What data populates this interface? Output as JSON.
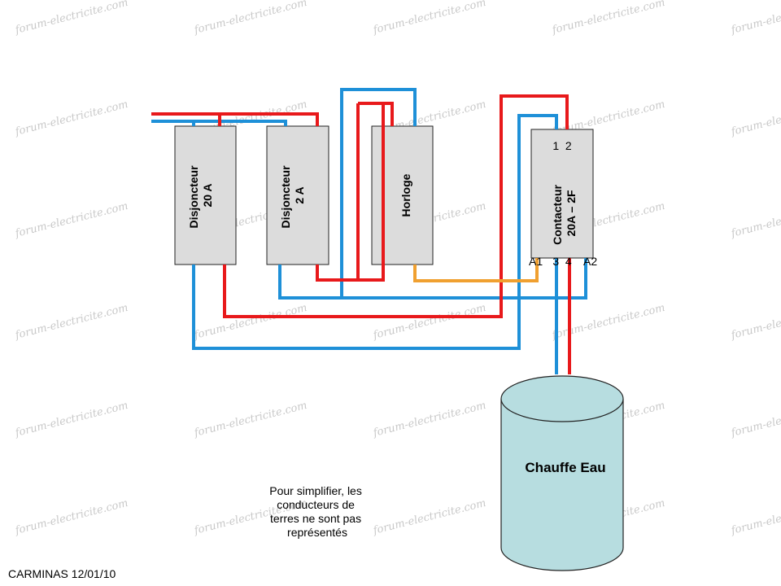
{
  "watermark": "forum-electricite.com",
  "colors": {
    "phase": "#e8191b",
    "neutral": "#1e90d8",
    "control": "#f0a030",
    "tank_fill": "#b7dde0",
    "box_fill": "#dcdcdc"
  },
  "components": {
    "breaker_20a": [
      "Disjoncteur",
      "20 A"
    ],
    "breaker_2a": [
      "Disjoncteur",
      "2 A"
    ],
    "clock": [
      "Horloge"
    ],
    "contactor": [
      "Contacteur",
      "20A – 2F"
    ]
  },
  "contactor_terminals": {
    "top": "1  2",
    "bottom_a1": "A1",
    "bottom_34": "3  4",
    "bottom_a2": "A2"
  },
  "water_heater": "Chauffe Eau",
  "note": [
    "Pour simplifier, les",
    "conducteurs de",
    "terres ne sont pas",
    "représentés"
  ],
  "author": "CARMINAS 12/01/10"
}
